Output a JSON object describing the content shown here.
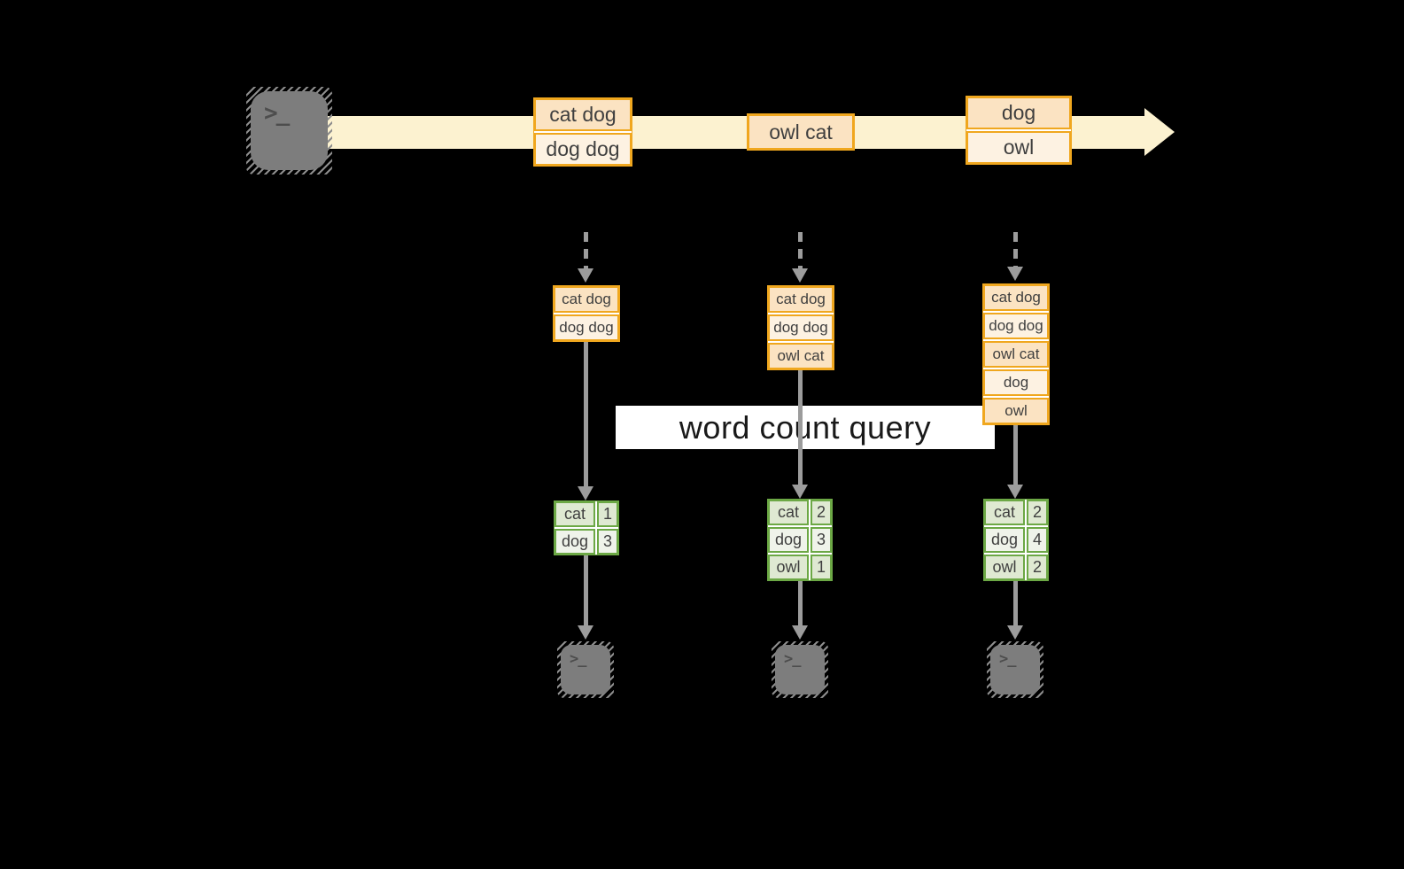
{
  "colors": {
    "background": "#000000",
    "golden": "#f0a71e",
    "peach": "#fbe3c2",
    "peach-light": "#fdf2e2",
    "stream": "#fcf2d0",
    "green": "#6ca845",
    "sage": "#dfe9d2",
    "sage-light": "#eff3ea",
    "arrow-gray": "#9c9c9c",
    "terminal-gray": "#7d7d7d",
    "hatch-gray": "#8d8d8d",
    "glyph-gray": "#4d4d4d",
    "cell-text": "#3f3f3f",
    "label-bg": "#ffffff",
    "label-text": "#191919"
  },
  "icons": {
    "terminal_glyph": ">_"
  },
  "stream": {
    "records": [
      {
        "lines": [
          "cat dog",
          "dog dog"
        ]
      },
      {
        "lines": [
          "owl cat"
        ]
      },
      {
        "lines": [
          "dog",
          "owl"
        ]
      }
    ]
  },
  "query": {
    "label": "word count query"
  },
  "columns": [
    {
      "buffer": [
        "cat dog",
        "dog dog"
      ],
      "counts": [
        {
          "word": "cat",
          "count": "1"
        },
        {
          "word": "dog",
          "count": "3"
        }
      ]
    },
    {
      "buffer": [
        "cat dog",
        "dog dog",
        "owl cat"
      ],
      "counts": [
        {
          "word": "cat",
          "count": "2"
        },
        {
          "word": "dog",
          "count": "3"
        },
        {
          "word": "owl",
          "count": "1"
        }
      ]
    },
    {
      "buffer": [
        "cat dog",
        "dog dog",
        "owl cat",
        "dog",
        "owl"
      ],
      "counts": [
        {
          "word": "cat",
          "count": "2"
        },
        {
          "word": "dog",
          "count": "4"
        },
        {
          "word": "owl",
          "count": "2"
        }
      ]
    }
  ]
}
